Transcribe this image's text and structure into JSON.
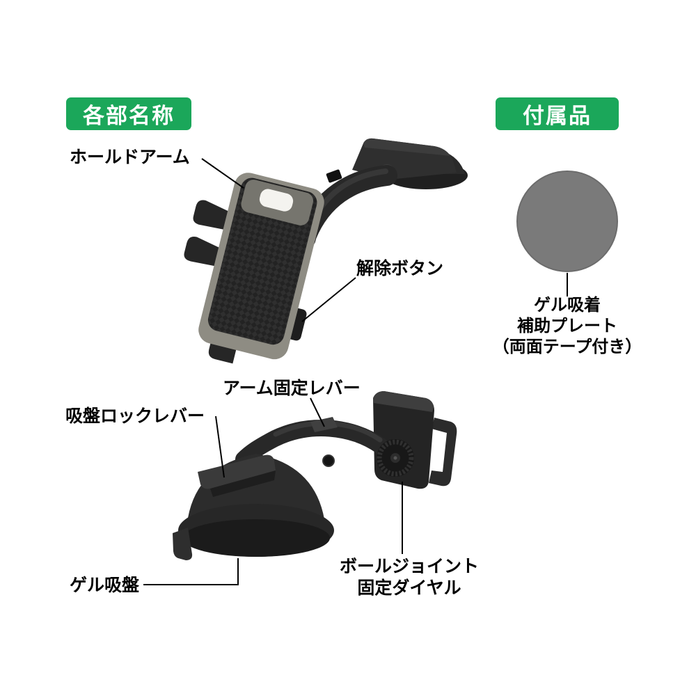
{
  "page": {
    "background": "#ffffff"
  },
  "badges": {
    "parts": "各部名称",
    "accessories": "付属品"
  },
  "labels": {
    "hold_arm": "ホールドアーム",
    "release_button": "解除ボタン",
    "arm_lock_lever": "アーム固定レバー",
    "suction_lock_lever": "吸盤ロックレバー",
    "gel_suction_cup": "ゲル吸盤",
    "ball_joint_l1": "ボールジョイント",
    "ball_joint_l2": "固定ダイヤル",
    "gel_plate_l1": "ゲル吸着",
    "gel_plate_l2": "補助プレート",
    "gel_plate_l3": "（両面テープ付き）"
  },
  "colors": {
    "badge_green": "#1BA75A",
    "badge_text": "#ffffff",
    "label_text": "#000000",
    "gel_plate_gray": "#7A7A7A",
    "device_dark": "#262626",
    "callout_line": "#000000"
  }
}
